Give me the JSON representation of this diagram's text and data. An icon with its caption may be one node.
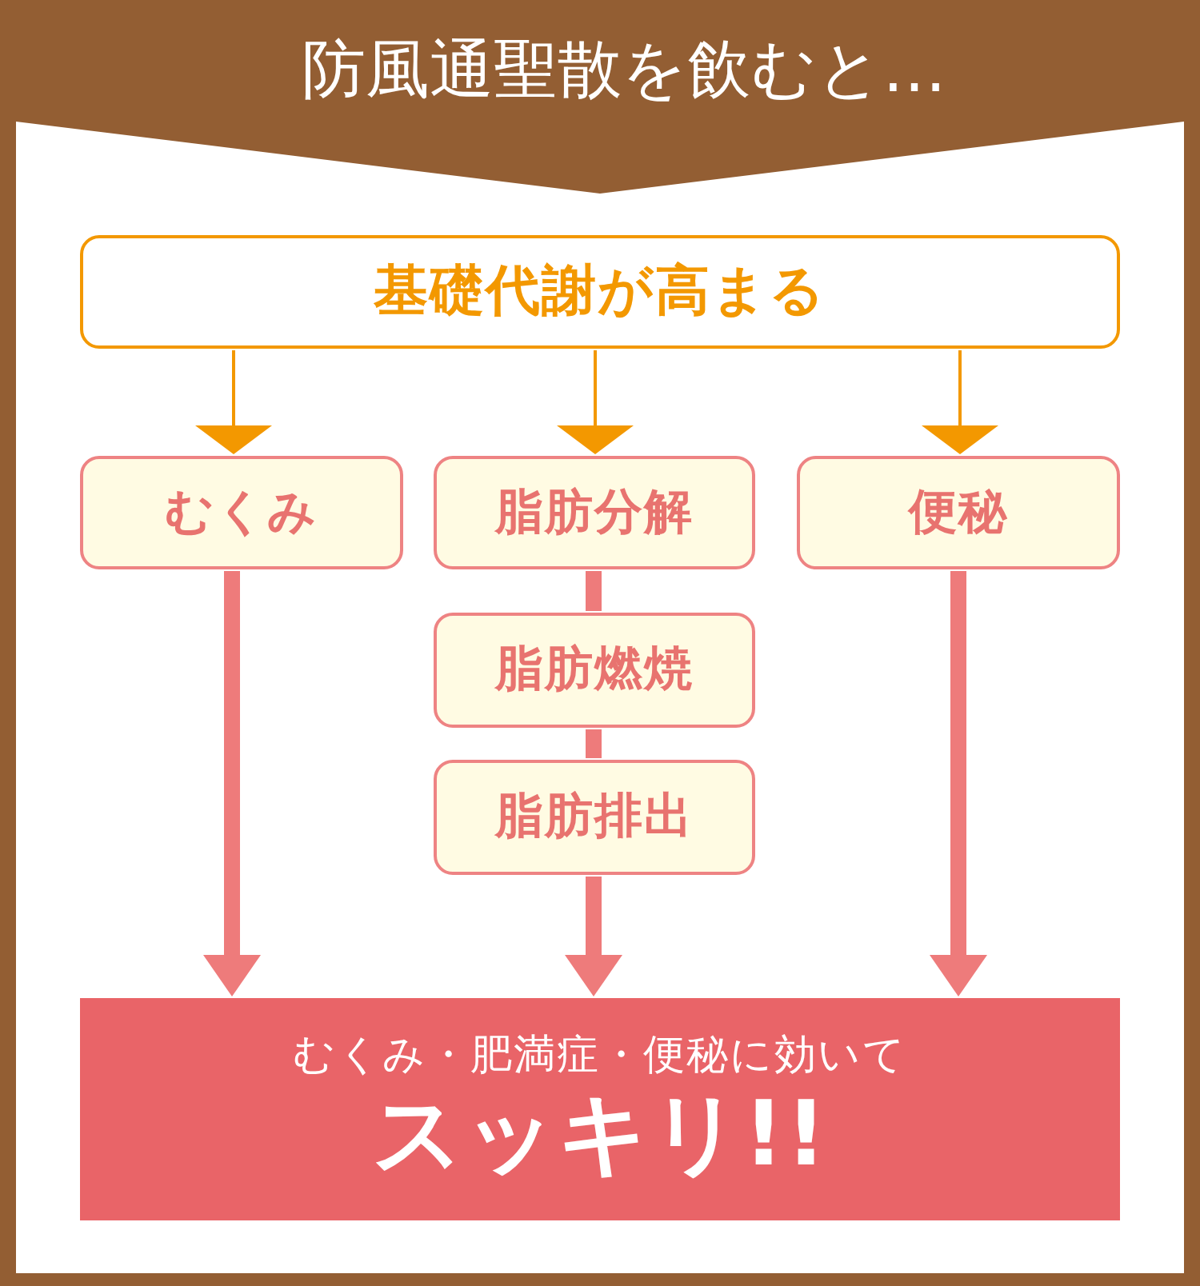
{
  "diagram": {
    "title": "防風通聖散を飲むと…",
    "nodes": [
      {
        "text": [
          "基礎代謝が高まる"
        ]
      },
      {
        "text": [
          "むくみ"
        ]
      },
      {
        "text": [
          "脂肪分解"
        ]
      },
      {
        "text": [
          "便秘"
        ]
      },
      {
        "text": [
          "脂肪燃焼"
        ]
      },
      {
        "text": [
          "脂肪排出"
        ]
      },
      {
        "text": [
          "むくみ・肥満症・便秘に効いて",
          "スッキリ!!"
        ]
      }
    ],
    "edges": [
      {
        "from": 0,
        "to": 1,
        "arrow": "to",
        "color": "#f39800"
      },
      {
        "from": 0,
        "to": 2,
        "arrow": "to",
        "color": "#f39800"
      },
      {
        "from": 0,
        "to": 3,
        "arrow": "to",
        "color": "#f39800"
      },
      {
        "from": 1,
        "to": 6,
        "arrow": "to"
      },
      {
        "from": 2,
        "to": 4,
        "arrow": "none"
      },
      {
        "from": 4,
        "to": 5,
        "arrow": "none"
      },
      {
        "from": 5,
        "to": 6,
        "arrow": "to"
      },
      {
        "from": 3,
        "to": 6,
        "arrow": "to"
      }
    ]
  }
}
